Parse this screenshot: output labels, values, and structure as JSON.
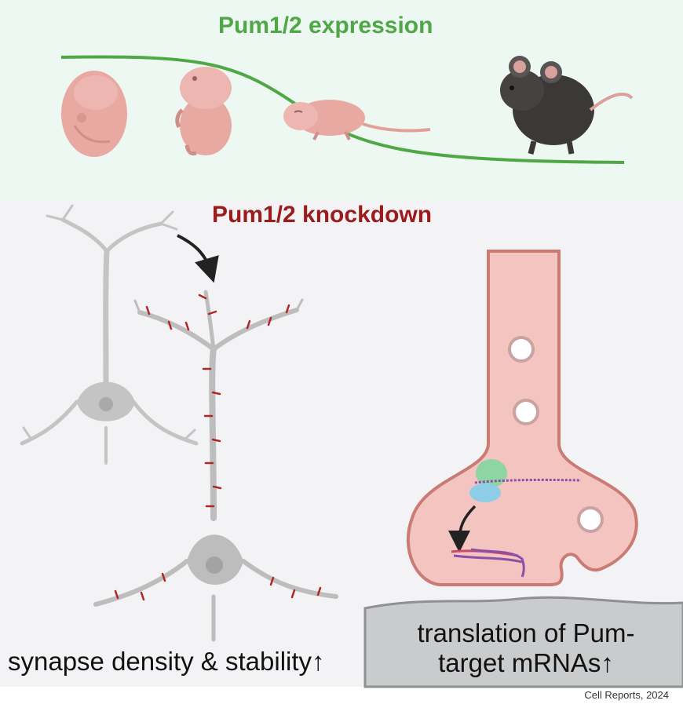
{
  "title_expression": "Pum1/2 expression",
  "title_knockdown": "Pum1/2 knockdown",
  "caption_left": "synapse density & stability↑",
  "caption_right_line1": "translation of Pum-",
  "caption_right_line2": "target mRNAs↑",
  "credit": "Cell  Reports, 2024",
  "colors": {
    "expression_green": "#4fa746",
    "knockdown_red": "#9b1c1c",
    "embryo_pink": "#e8a9a3",
    "mouse_dark": "#3b3838",
    "neuron_gray": "#c9c9c9",
    "spine_red": "#b02727",
    "spine_gray": "#888888",
    "terminal_pink": "#f3c4c0"
  },
  "icons": [
    "embryo-early-icon",
    "embryo-late-icon",
    "pup-icon",
    "adult-mouse-icon",
    "control-neuron-icon",
    "knockdown-neuron-icon",
    "synaptic-terminal-icon",
    "ribosome-icon",
    "mrna-icon",
    "arrow-icon"
  ]
}
